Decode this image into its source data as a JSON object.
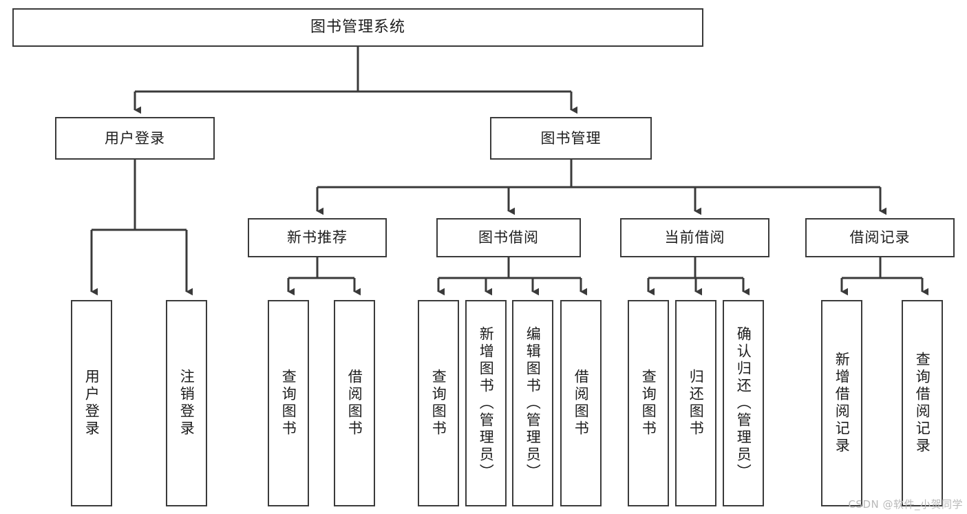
{
  "diagram": {
    "type": "tree",
    "title": "图书管理系统",
    "colors": {
      "stroke": "#3a3a3a",
      "fill": "#ffffff",
      "text": "#1d1d1d",
      "watermark": "#b9b9b9"
    },
    "nodes": {
      "root": {
        "label": "图书管理系统"
      },
      "level2": [
        {
          "label": "用户登录"
        },
        {
          "label": "图书管理"
        }
      ],
      "level3": [
        {
          "label": "新书推荐"
        },
        {
          "label": "图书借阅"
        },
        {
          "label": "当前借阅"
        },
        {
          "label": "借阅记录"
        }
      ],
      "leaves": [
        {
          "label": "用户登录",
          "parent": "用户登录"
        },
        {
          "label": "注销登录",
          "parent": "用户登录"
        },
        {
          "label": "查询图书",
          "parent": "新书推荐"
        },
        {
          "label": "借阅图书",
          "parent": "新书推荐"
        },
        {
          "label": "查询图书",
          "parent": "图书借阅"
        },
        {
          "label": "新增图书（管理员）",
          "parent": "图书借阅"
        },
        {
          "label": "编辑图书（管理员）",
          "parent": "图书借阅"
        },
        {
          "label": "借阅图书",
          "parent": "图书借阅"
        },
        {
          "label": "查询图书",
          "parent": "当前借阅"
        },
        {
          "label": "归还图书",
          "parent": "当前借阅"
        },
        {
          "label": "确认归还（管理员）",
          "parent": "当前借阅"
        },
        {
          "label": "新增借阅记录",
          "parent": "借阅记录"
        },
        {
          "label": "查询借阅记录",
          "parent": "借阅记录"
        }
      ]
    },
    "watermark": "CSDN @软件_小贺同学"
  }
}
